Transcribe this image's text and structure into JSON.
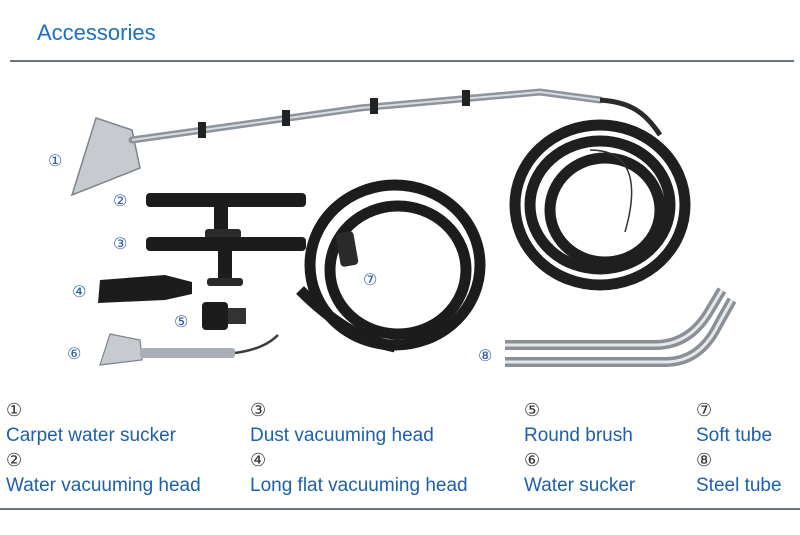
{
  "header": {
    "title": "Accessories"
  },
  "parts": [
    {
      "num": "①",
      "name": "Carpet water sucker"
    },
    {
      "num": "②",
      "name": "Water vacuuming head"
    },
    {
      "num": "③",
      "name": "Dust vacuuming head"
    },
    {
      "num": "④",
      "name": "Long flat vacuuming head"
    },
    {
      "num": "⑤",
      "name": "Round brush"
    },
    {
      "num": "⑥",
      "name": "Water sucker"
    },
    {
      "num": "⑦",
      "name": "Soft tube"
    },
    {
      "num": "⑧",
      "name": "Steel tube"
    }
  ]
}
